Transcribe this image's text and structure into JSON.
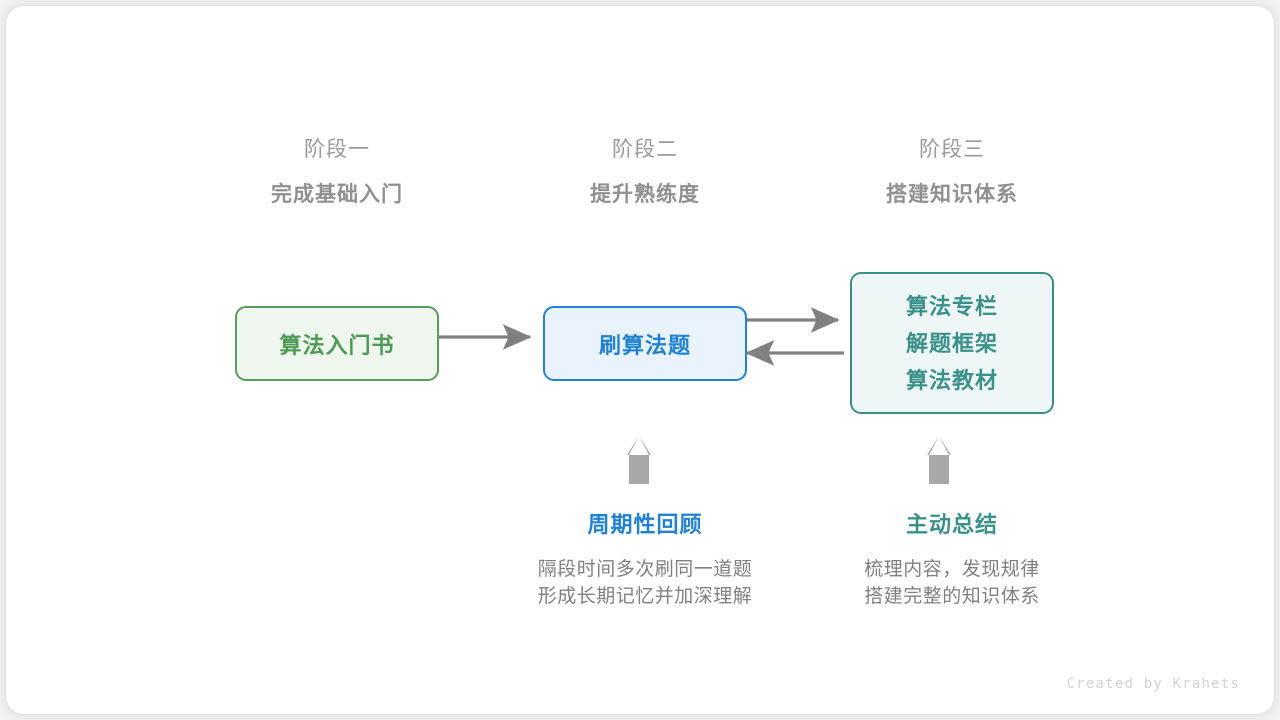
{
  "diagram": {
    "title_credit": "Created by Krahets",
    "stages": [
      {
        "number": "阶段一",
        "title": "完成基础入门"
      },
      {
        "number": "阶段二",
        "title": "提升熟练度"
      },
      {
        "number": "阶段三",
        "title": "搭建知识体系"
      }
    ],
    "nodes": [
      {
        "id": "book",
        "lines": [
          "算法入门书"
        ],
        "color": "#4d9a54",
        "border": "#5a9b5e",
        "fill": "#eef6ee"
      },
      {
        "id": "practice",
        "lines": [
          "刷算法题"
        ],
        "color": "#2181d2",
        "border": "#2281d4",
        "fill": "#e8f3fd"
      },
      {
        "id": "resources",
        "lines": [
          "算法专栏",
          "解题框架",
          "算法教材"
        ],
        "color": "#3a9189",
        "border": "#3a8f87",
        "fill": "#eef7f5"
      }
    ],
    "connectors": [
      {
        "name": "book-to-practice",
        "direction": "right"
      },
      {
        "name": "practice-to-resources",
        "direction": "right"
      },
      {
        "name": "resources-to-practice",
        "direction": "left"
      },
      {
        "name": "review-up",
        "direction": "up"
      },
      {
        "name": "summary-up",
        "direction": "up"
      }
    ],
    "annotations": [
      {
        "id": "review",
        "title": "周期性回顾",
        "color": "#2181d2",
        "desc_lines": [
          "隔段时间多次刷同一道题",
          "形成长期记忆并加深理解"
        ]
      },
      {
        "id": "summary",
        "title": "主动总结",
        "color": "#3a9189",
        "desc_lines": [
          "梳理内容，发现规律",
          "搭建完整的知识体系"
        ]
      }
    ],
    "arrow_color": "#808080",
    "up_arrow_color": "#a8a8a8"
  }
}
